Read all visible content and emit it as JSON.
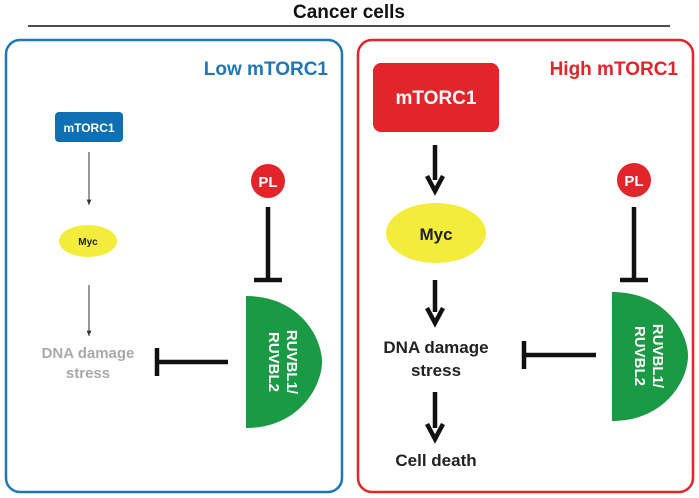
{
  "title": "Cancer cells",
  "colors": {
    "low_border": "#1f77b8",
    "high_border": "#e3242b",
    "mtorc1_low": "#0f6fb3",
    "mtorc1_high": "#e3242b",
    "myc": "#f3ec3b",
    "pl": "#e3242b",
    "ruvbl": "#1a9a44",
    "faded_text": "#a9a9ab",
    "text": "#222222"
  },
  "low_panel": {
    "heading": "Low mTORC1",
    "mtorc1_label": "mTORC1",
    "myc_label": "Myc",
    "pl_label": "PL",
    "ruvbl_line1": "RUVBL1/",
    "ruvbl_line2": "RUVBL2",
    "dna_line1": "DNA damage",
    "dna_line2": "stress"
  },
  "high_panel": {
    "heading": "High mTORC1",
    "mtorc1_label": "mTORC1",
    "myc_label": "Myc",
    "pl_label": "PL",
    "ruvbl_line1": "RUVBL1/",
    "ruvbl_line2": "RUVBL2",
    "dna_line1": "DNA damage",
    "dna_line2": "stress",
    "cell_death": "Cell death"
  }
}
